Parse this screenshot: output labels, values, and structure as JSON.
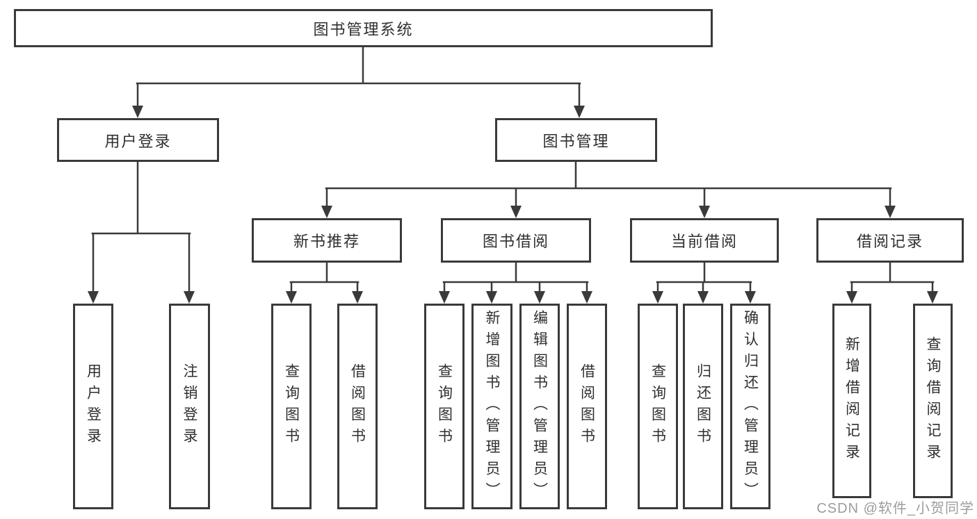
{
  "diagram": {
    "root": {
      "label": "图书管理系统"
    },
    "level2": [
      {
        "label": "用户登录",
        "children": [
          {
            "label": "用户登录"
          },
          {
            "label": "注销登录"
          }
        ]
      },
      {
        "label": "图书管理",
        "children": [
          {
            "label": "新书推荐",
            "children": [
              {
                "label": "查询图书"
              },
              {
                "label": "借阅图书"
              }
            ]
          },
          {
            "label": "图书借阅",
            "children": [
              {
                "label": "查询图书"
              },
              {
                "label": "新增图书（管理员）"
              },
              {
                "label": "编辑图书（管理员）"
              },
              {
                "label": "借阅图书"
              }
            ]
          },
          {
            "label": "当前借阅",
            "children": [
              {
                "label": "查询图书"
              },
              {
                "label": "归还图书"
              },
              {
                "label": "确认归还（管理员）"
              }
            ]
          },
          {
            "label": "借阅记录",
            "children": [
              {
                "label": "新增借阅记录"
              },
              {
                "label": "查询借阅记录"
              }
            ]
          }
        ]
      }
    ],
    "watermark": "CSDN @软件_小贺同学"
  },
  "colors": {
    "line": "#3a3a3a",
    "text": "#2f2f2f",
    "background": "#ffffff",
    "watermark": "#9c9c9c"
  }
}
